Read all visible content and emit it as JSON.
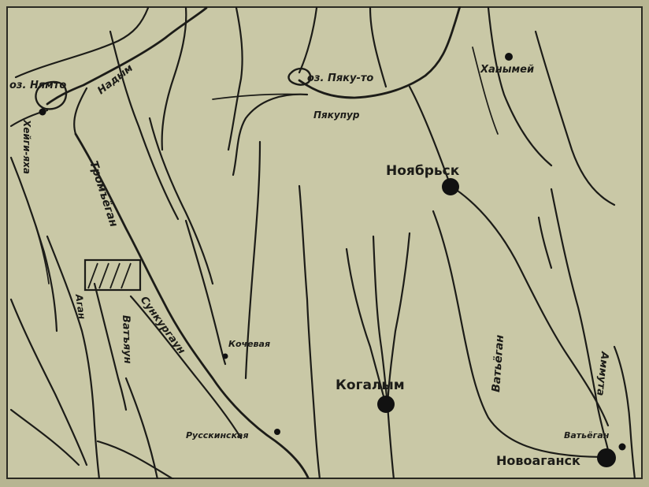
{
  "map": {
    "labels": {
      "lake_nyamto": "оз. Нямто",
      "nadym": "Надым",
      "kheygiyakha": "Хейги-яха",
      "lake_pyaku_to": "оз. Пяку-то",
      "pyakupur": "Пякупур",
      "khanymey": "Ханымей",
      "noyabrsk": "Ноябрьск",
      "tromyegan": "Тромъёган",
      "ayan": "Аган",
      "vatyaun": "Ватъяун",
      "sunkurgayun": "Сункургаун",
      "kochevaya": "Кочевая",
      "russkinskaya": "Русскинская",
      "kogalym": "Когалым",
      "vatyegan": "Ватьёган",
      "amputa": "Аммута",
      "vatyegan_settlement": "Ватьёган",
      "novoagansk": "Новоаганск"
    },
    "colors": {
      "paper": "#c9c8a6",
      "ink": "#1c1c18",
      "border": "#b7b592"
    }
  }
}
